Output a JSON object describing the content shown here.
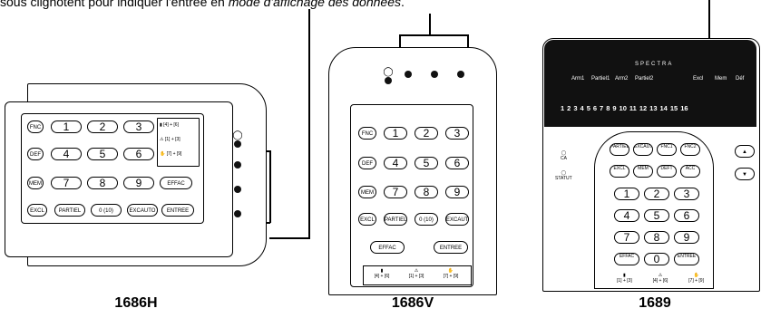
{
  "caption": {
    "prefix": "sous clignotent pour indiquer l'entrée en ",
    "emphasis": "mode d'affichage des données",
    "suffix": "."
  },
  "models": [
    {
      "label": "1686H"
    },
    {
      "label": "1686V"
    },
    {
      "label": "1689"
    }
  ],
  "keypad_1686H": {
    "keys_row1": [
      "FNC",
      "1",
      "2",
      "3"
    ],
    "keys_row2": [
      "DEF",
      "4",
      "5",
      "6"
    ],
    "keys_row3": [
      "MEM",
      "7",
      "8",
      "9",
      "EFFAC"
    ],
    "keys_row4": [
      "EXCL",
      "PARTIEL",
      "0 (10)",
      "EXCAUTO",
      "ENTREE"
    ],
    "legend": [
      "[4] + [6]",
      "[1] + [3]",
      "[7] + [9]"
    ]
  },
  "keypad_1686V": {
    "keys": [
      [
        "FNC",
        "1",
        "2",
        "3"
      ],
      [
        "DEF",
        "4",
        "5",
        "6"
      ],
      [
        "MEM",
        "7",
        "8",
        "9"
      ],
      [
        "EXCL",
        "PARTIEL",
        "0 (10)",
        "EXCAUTO"
      ]
    ],
    "bottom_keys": [
      "EFFAC",
      "ENTREE"
    ],
    "legend": [
      "[4] + [6]",
      "[1] + [3]",
      "[7] + [9]"
    ]
  },
  "keypad_1689": {
    "brand": "SPECTRA",
    "leds": [
      "Arm1",
      "Partiel1",
      "Arm2",
      "Partiel2",
      "Excl",
      "Mem",
      "Déf"
    ],
    "zones": [
      "1",
      "2",
      "3",
      "4",
      "5",
      "6",
      "7",
      "8",
      "9",
      "10",
      "11",
      "12",
      "13",
      "14",
      "15",
      "16"
    ],
    "side_labels": [
      "CA",
      "STATUT"
    ],
    "func_keys": [
      [
        "PARTIEL",
        "EXCAUTO",
        "FNC1",
        "FNC2"
      ],
      [
        "EXCL",
        "MEM",
        "DEFT",
        "ACC"
      ]
    ],
    "num_keys": [
      [
        "1",
        "2",
        "3"
      ],
      [
        "4",
        "5",
        "6"
      ],
      [
        "7",
        "8",
        "9"
      ],
      [
        "EFFAC",
        "0",
        "ENTREE"
      ]
    ],
    "legend": [
      "[1] + [3]",
      "[4] + [6]",
      "[7] + [9]"
    ]
  }
}
